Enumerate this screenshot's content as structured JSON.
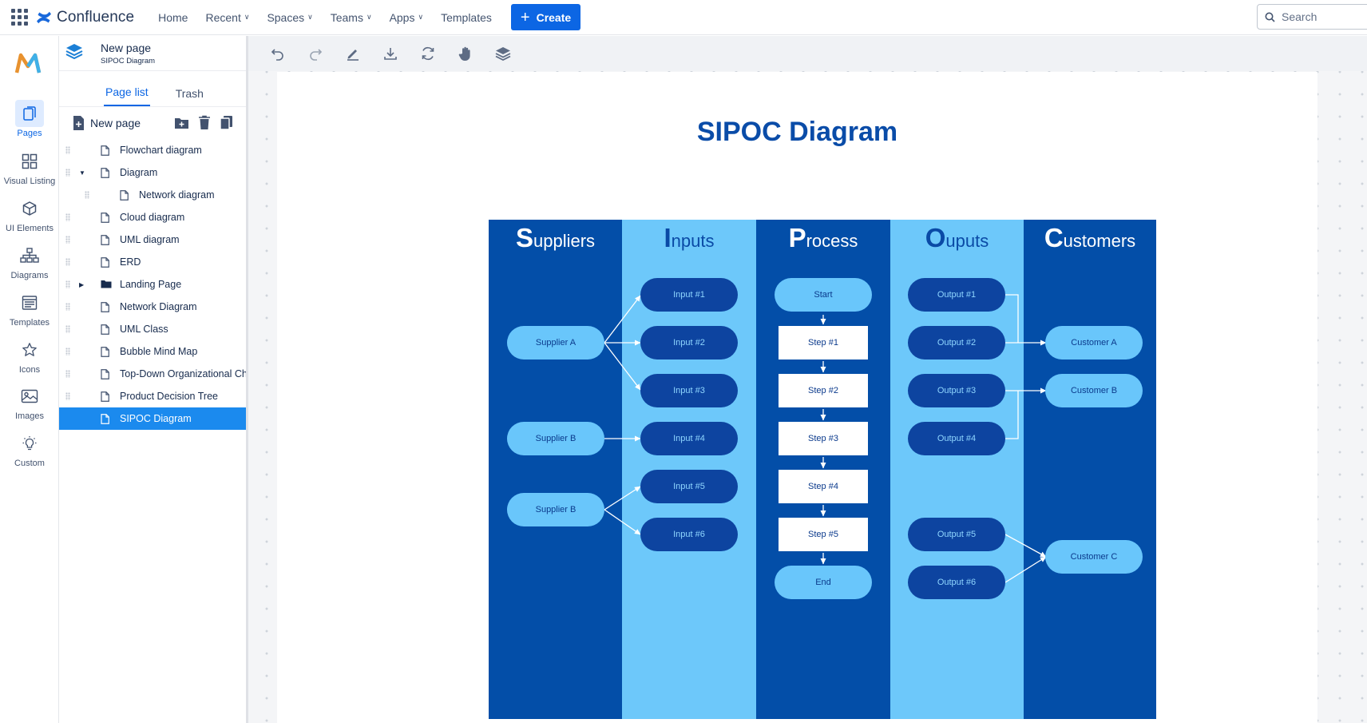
{
  "topnav": {
    "brand": "Confluence",
    "items": [
      {
        "label": "Home",
        "dropdown": false
      },
      {
        "label": "Recent",
        "dropdown": true
      },
      {
        "label": "Spaces",
        "dropdown": true
      },
      {
        "label": "Teams",
        "dropdown": true
      },
      {
        "label": "Apps",
        "dropdown": true
      },
      {
        "label": "Templates",
        "dropdown": false
      }
    ],
    "create_label": "Create",
    "search_placeholder": "Search"
  },
  "rail": {
    "items": [
      {
        "label": "Pages",
        "icon": "pages-icon"
      },
      {
        "label": "Visual Listing",
        "icon": "grid-icon"
      },
      {
        "label": "UI Elements",
        "icon": "cube-icon"
      },
      {
        "label": "Diagrams",
        "icon": "hierarchy-icon"
      },
      {
        "label": "Templates",
        "icon": "template-icon"
      },
      {
        "label": "Icons",
        "icon": "star-icon"
      },
      {
        "label": "Images",
        "icon": "image-icon"
      },
      {
        "label": "Custom",
        "icon": "lightbulb-icon"
      }
    ]
  },
  "panel": {
    "title": "New page",
    "subtitle": "SIPOC Diagram",
    "tabs": [
      "Page list",
      "Trash"
    ],
    "new_page_label": "New page",
    "tree": [
      {
        "label": "Flowchart diagram",
        "level": 0,
        "icon": "page",
        "caret": ""
      },
      {
        "label": "Diagram",
        "level": 0,
        "icon": "page",
        "caret": "open"
      },
      {
        "label": "Network diagram",
        "level": 1,
        "icon": "page",
        "caret": ""
      },
      {
        "label": "Cloud diagram",
        "level": 0,
        "icon": "page",
        "caret": ""
      },
      {
        "label": "UML diagram",
        "level": 0,
        "icon": "page",
        "caret": ""
      },
      {
        "label": "ERD",
        "level": 0,
        "icon": "page",
        "caret": ""
      },
      {
        "label": "Landing Page",
        "level": 0,
        "icon": "folder",
        "caret": "closed"
      },
      {
        "label": "Network Diagram",
        "level": 0,
        "icon": "page",
        "caret": ""
      },
      {
        "label": "UML Class",
        "level": 0,
        "icon": "page",
        "caret": ""
      },
      {
        "label": "Bubble Mind Map",
        "level": 0,
        "icon": "page",
        "caret": ""
      },
      {
        "label": "Top-Down Organizational Ch",
        "level": 0,
        "icon": "page",
        "caret": ""
      },
      {
        "label": "Product Decision Tree",
        "level": 0,
        "icon": "page",
        "caret": ""
      },
      {
        "label": "SIPOC Diagram",
        "level": 0,
        "icon": "page",
        "caret": "",
        "selected": true
      }
    ]
  },
  "editor": {
    "toolbar": [
      "undo-icon",
      "redo-icon",
      "pencil-icon",
      "download-icon",
      "refresh-icon",
      "hand-icon",
      "layers-icon"
    ]
  },
  "diagram": {
    "title": "SIPOC Diagram",
    "columns": [
      {
        "first": "S",
        "rest": "uppliers"
      },
      {
        "first": "I",
        "rest": "nputs"
      },
      {
        "first": "P",
        "rest": "rocess"
      },
      {
        "first": "O",
        "rest": "uputs"
      },
      {
        "first": "C",
        "rest": "ustomers"
      }
    ],
    "suppliers": [
      "Supplier A",
      "Supplier B",
      "Supplier B"
    ],
    "inputs": [
      "Input #1",
      "Input #2",
      "Input #3",
      "Input #4",
      "Input #5",
      "Input #6"
    ],
    "process": [
      "Start",
      "Step #1",
      "Step #2",
      "Step #3",
      "Step #4",
      "Step #5",
      "End"
    ],
    "outputs": [
      "Output #1",
      "Output #2",
      "Output #3",
      "Output #4",
      "Output #5",
      "Output #6"
    ],
    "customers": [
      "Customer A",
      "Customer B",
      "Customer C"
    ]
  },
  "colors": {
    "accent": "#0c66e4",
    "dark_column": "#034ea8",
    "light_column": "#6dc8fa",
    "selected_row": "#1b8aee",
    "title": "#0a4ca8"
  }
}
